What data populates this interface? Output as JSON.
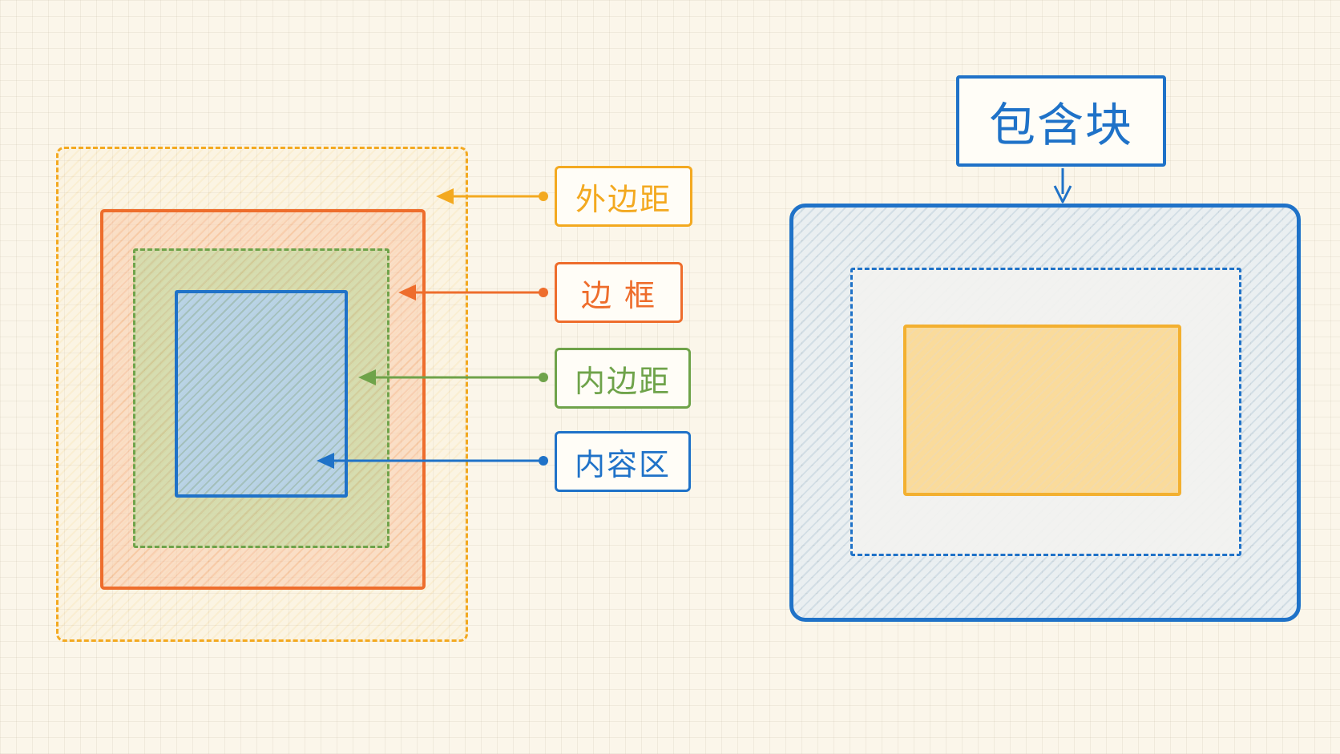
{
  "labels": {
    "margin": "外边距",
    "border": "边 框",
    "padding": "内边距",
    "content": "内容区",
    "containing_block": "包含块"
  },
  "colors": {
    "margin": "#f3a920",
    "border": "#ee6d2c",
    "padding": "#6fa34a",
    "content": "#1f72c8",
    "containing_block": "#1f72c8",
    "inner_block": "#f3b030"
  }
}
